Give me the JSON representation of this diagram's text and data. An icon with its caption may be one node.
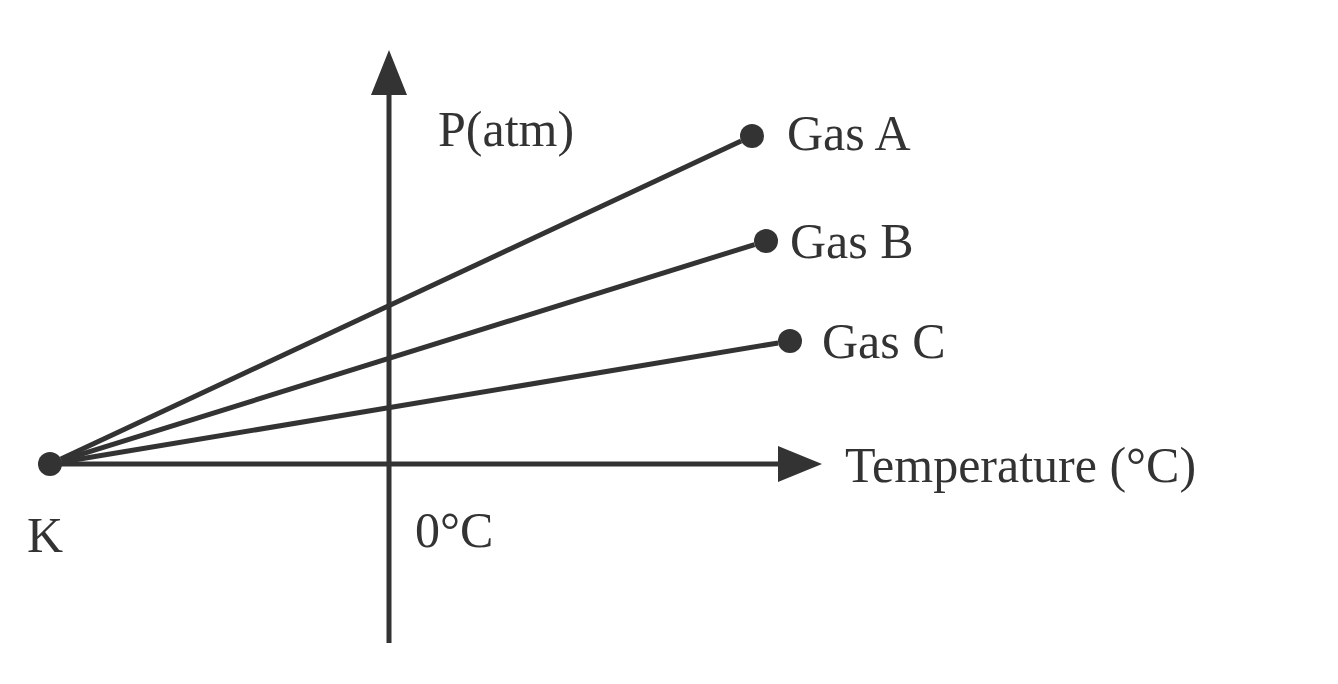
{
  "diagram": {
    "nodes": [
      {
        "text": [],
        "shape": "circle",
        "beside": [
          "K"
        ]
      },
      {
        "text": [],
        "shape": "circle",
        "beside": [
          "Gas A"
        ]
      },
      {
        "text": [],
        "shape": "circle",
        "beside": [
          "Gas B"
        ]
      },
      {
        "text": [],
        "shape": "circle",
        "beside": [
          "Gas C"
        ]
      }
    ],
    "edges": [
      {
        "from": 0,
        "to": 1,
        "arrow": "none"
      },
      {
        "from": 0,
        "to": 2,
        "arrow": "none"
      },
      {
        "from": 0,
        "to": 3,
        "arrow": "none"
      }
    ],
    "labels": [
      "P(atm)",
      "Temperature (°C)",
      "0°C"
    ]
  }
}
